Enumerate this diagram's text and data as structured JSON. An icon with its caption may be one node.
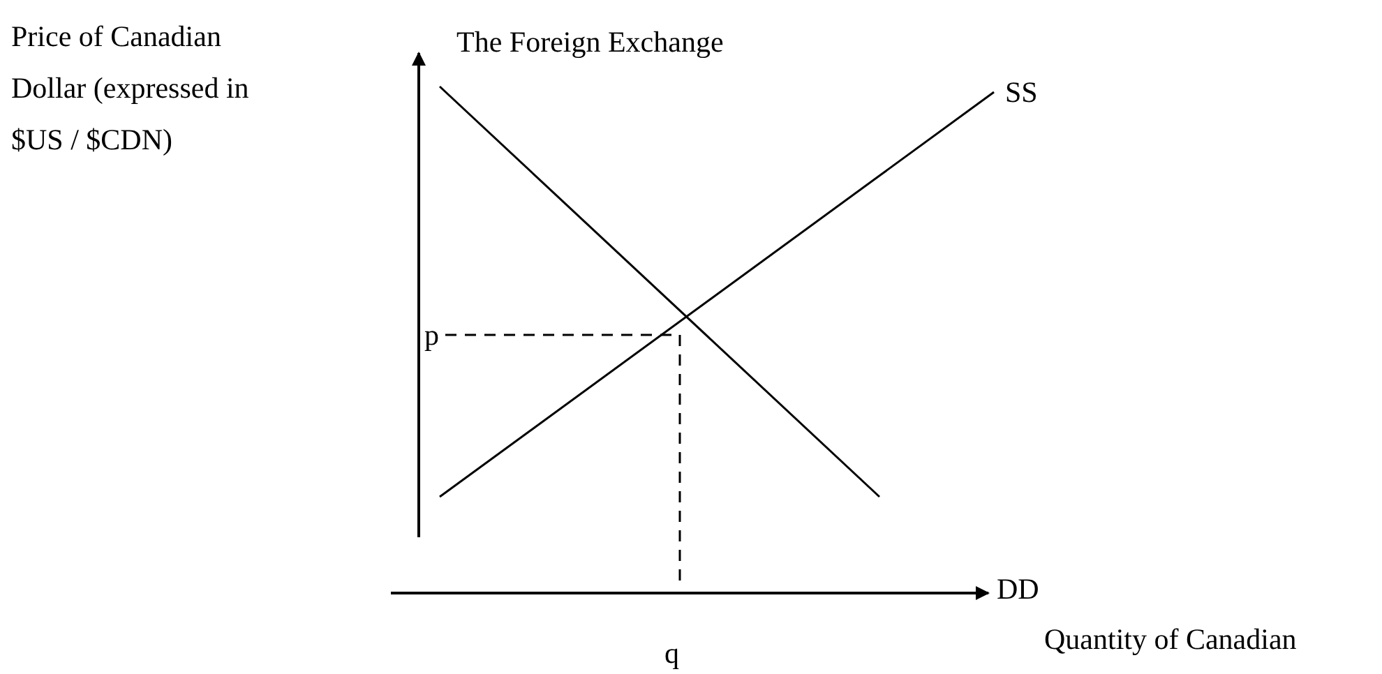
{
  "diagram": {
    "title": "The Foreign Exchange",
    "labels": [
      "Price of Canadian Dollar (expressed in $US / $CDN)",
      "SS",
      "p",
      "DD",
      "q",
      "Quantity of Canadian"
    ]
  }
}
